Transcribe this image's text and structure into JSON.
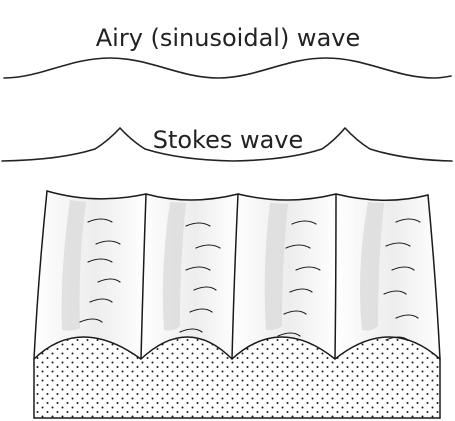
{
  "labels": {
    "airy": "Airy (sinusoidal) wave",
    "stokes": "Stokes wave"
  },
  "icons": {
    "block": "wave-block-illustration",
    "sediment": "sand-dot-pattern"
  },
  "colors": {
    "ink": "#1a1a1a",
    "shade": "#d9d9d9",
    "background": "#ffffff"
  }
}
